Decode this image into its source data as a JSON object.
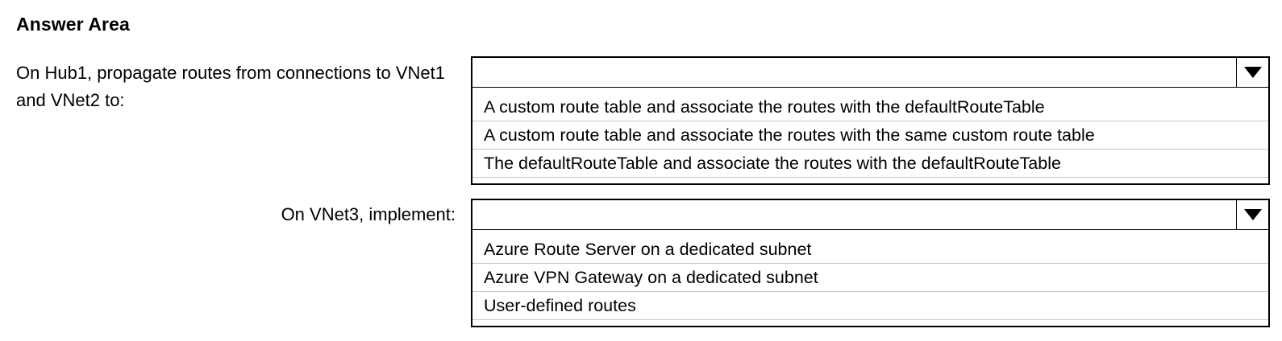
{
  "page": {
    "title": "Answer Area",
    "background_color": "#ffffff",
    "text_color": "#000000",
    "border_color": "#000000",
    "separator_color": "#c8c8c8"
  },
  "questions": [
    {
      "label": "On Hub1, propagate routes from connections to VNet1 and VNet2 to:",
      "dropdown": {
        "selected_value": "",
        "placeholder": "",
        "arrow_icon": "chevron-down-icon",
        "expanded": true,
        "options": [
          "A custom route table and associate the routes with the defaultRouteTable",
          "A custom route table and associate the routes with the same custom route table",
          "The defaultRouteTable and associate the routes with the defaultRouteTable"
        ]
      }
    },
    {
      "label": "On VNet3, implement:",
      "dropdown": {
        "selected_value": "",
        "placeholder": "",
        "arrow_icon": "chevron-down-icon",
        "expanded": true,
        "options": [
          "Azure Route Server on a dedicated subnet",
          "Azure VPN Gateway on a dedicated subnet",
          "User-defined routes"
        ]
      }
    }
  ]
}
